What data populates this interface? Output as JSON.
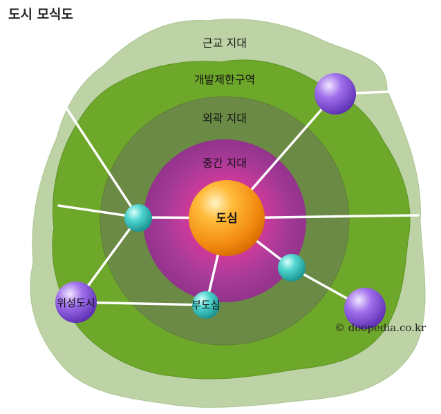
{
  "title": "도시 모식도",
  "zones": {
    "suburban": "근교 지대",
    "restricted": "개발제한구역",
    "outer": "외곽 지대",
    "middle": "중간 지대"
  },
  "nodes": {
    "center": "도심",
    "sub_center": "부도심",
    "satellite_city": "위성도시"
  },
  "credit": "© doopedia.co.kr",
  "colors": {
    "suburban": "#bdd3a6",
    "restricted": "#6ea82a",
    "outer": "#6b8a45",
    "middle": "#9d3d93",
    "center": "#f39a1c",
    "sub_node": "#3cc6c2",
    "satellite": "#8a55d8",
    "line": "#ffffff"
  }
}
